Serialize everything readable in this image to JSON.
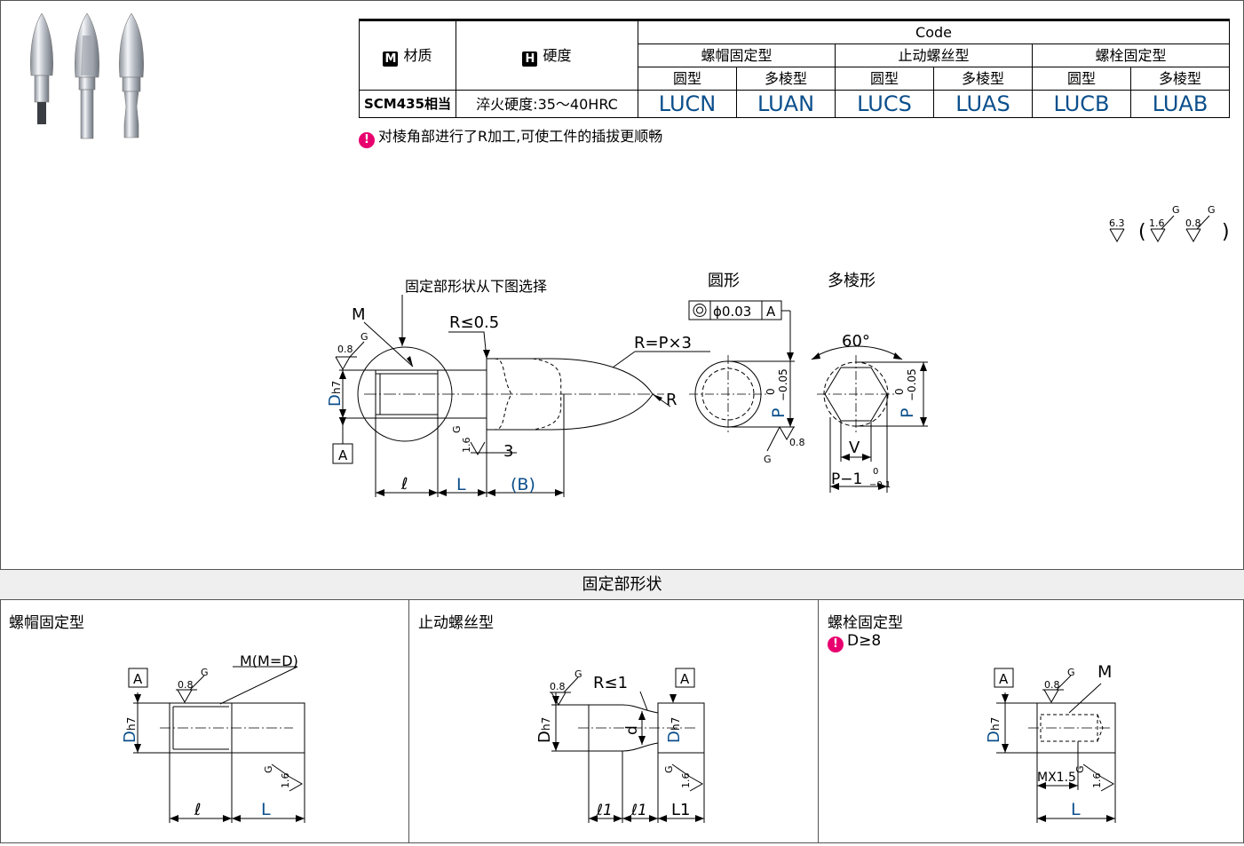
{
  "table": {
    "material_header": "材质",
    "material_badge": "M",
    "hardness_header": "硬度",
    "hardness_badge": "H",
    "code_header": "Code",
    "groups": [
      "螺帽固定型",
      "止动螺丝型",
      "螺栓固定型"
    ],
    "subtypes": [
      "圆型",
      "多棱型",
      "圆型",
      "多棱型",
      "圆型",
      "多棱型"
    ],
    "material": "SCM435相当",
    "hardness": "淬火硬度:35～40HRC",
    "codes": [
      "LUCN",
      "LUAN",
      "LUCS",
      "LUAS",
      "LUCB",
      "LUAB"
    ]
  },
  "note_r": "对棱角部进行了R加工,可使工件的插拔更顺畅",
  "surface": {
    "main": "6.3",
    "g1": "1.6",
    "g2": "0.8",
    "g": "G"
  },
  "drawing": {
    "fix_label": "固定部形状从下图选择",
    "round_title": "圆形",
    "poly_title": "多棱形",
    "M": "M",
    "R_small": "R≤0.5",
    "R_large": "R=P×3",
    "R": "R",
    "D": "D",
    "h7": "h7",
    "A": "A",
    "l": "ℓ",
    "L": "L",
    "B": "(B)",
    "three": "3",
    "g": "G",
    "rough_08": "0.8",
    "rough_16": "1.6",
    "tol": "ϕ0.03",
    "P": "P",
    "tol_hi": "0",
    "tol_lo": "−0.05",
    "angle": "60°",
    "V": "V",
    "P1": "P−1",
    "p1_hi": "0",
    "p1_lo": "−0.1"
  },
  "section": {
    "title": "固定部形状",
    "col1_title": "螺帽固定型",
    "col2_title": "止动螺丝型",
    "col3_title": "螺栓固定型",
    "col3_note": "D≥8",
    "m_eq_d": "M(M=D)",
    "r_le1": "R≤1",
    "d_small": "d",
    "l1": "ℓ1",
    "L1": "L1",
    "mx15": "MX1.5"
  }
}
